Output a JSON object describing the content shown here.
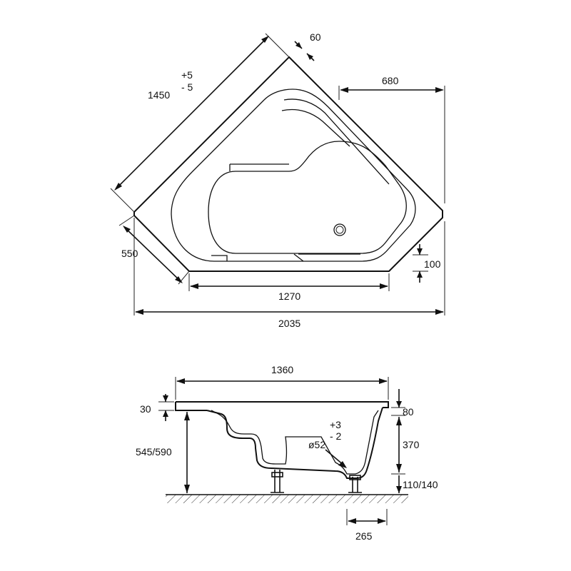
{
  "plan_view": {
    "dim_length": "1450",
    "tol_plus": "+5",
    "tol_minus": "- 5",
    "dim_rim": "60",
    "dim_top_right": "680",
    "dim_side": "550",
    "dim_offset": "100",
    "dim_inner_width": "1270",
    "dim_total_width": "2035"
  },
  "side_view": {
    "dim_width": "1360",
    "dim_rim_thickness": "30",
    "dim_height": "545/590",
    "dim_top": "80",
    "dim_depth": "370",
    "dim_legs": "110/140",
    "drain_tol_plus": "+3",
    "drain_tol_minus": "- 2",
    "drain_diameter": "ø52",
    "dim_leg_spacing": "265"
  }
}
